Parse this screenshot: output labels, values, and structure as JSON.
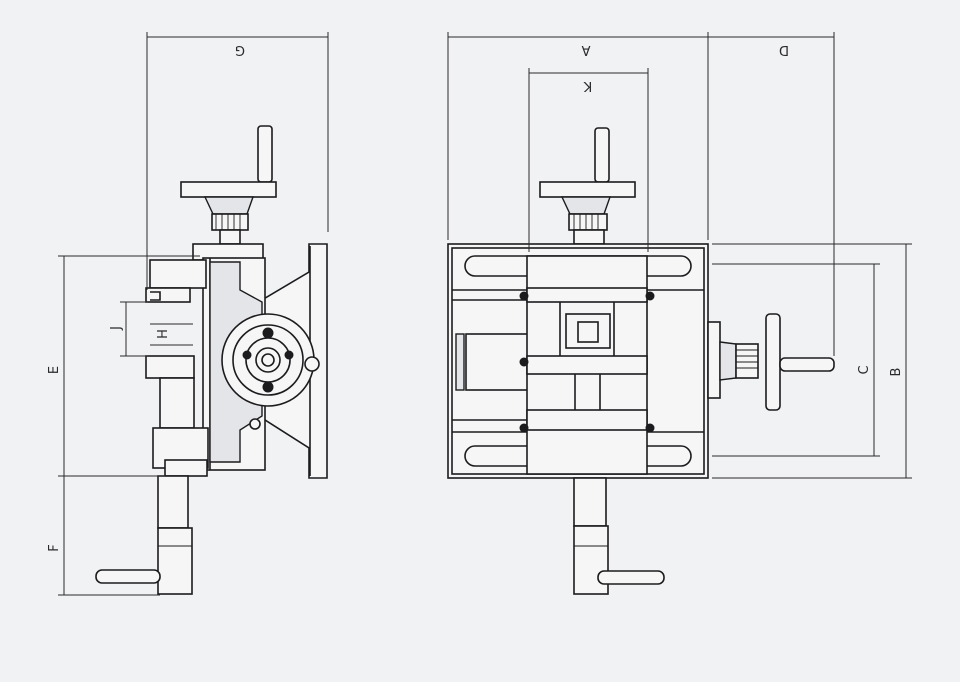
{
  "dimension_labels": {
    "a": "A",
    "b": "B",
    "c": "C",
    "d": "D",
    "e": "E",
    "f": "F",
    "g": "G",
    "h": "H",
    "j": "J",
    "k": "K"
  }
}
